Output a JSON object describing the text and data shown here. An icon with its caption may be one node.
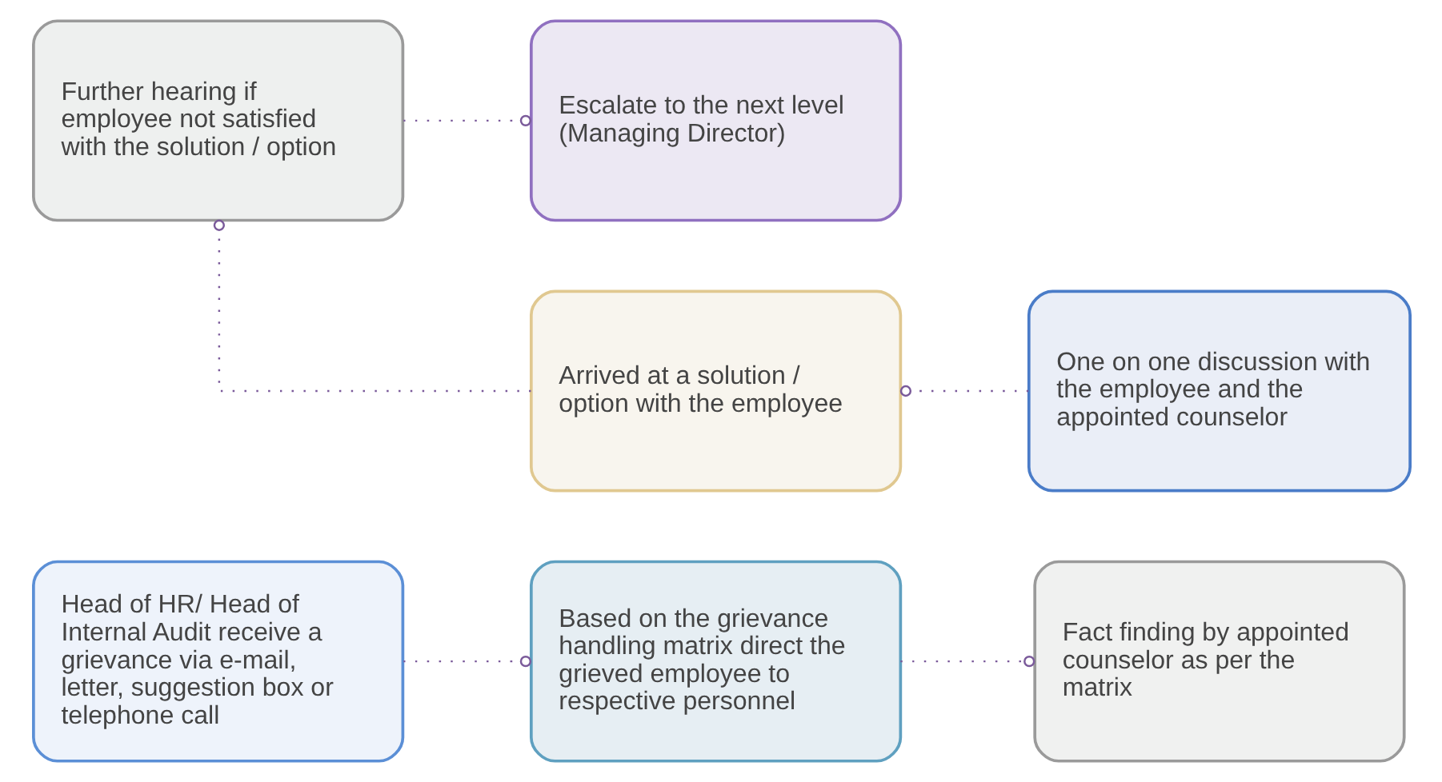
{
  "diagram": {
    "nodes": [
      {
        "text": [
          "Head of HR/ Head of Internal Audit receive a grievance via e-mail, letter, suggestion box or telephone call"
        ]
      },
      {
        "text": [
          "Based on the grievance handling matrix direct the grieved employee to respective personnel"
        ]
      },
      {
        "text": [
          "Fact finding by appointed counselor as per the matrix"
        ]
      },
      {
        "text": [
          "Further hearing if employee not satisfied with the solution / option"
        ]
      },
      {
        "text": [
          "Arrived at a solution / option with the employee"
        ]
      },
      {
        "text": [
          "One on one discussion with the employee and the appointed counselor"
        ]
      },
      {
        "text": [
          "Escalate to the next level (Managing Director)"
        ]
      }
    ],
    "edges": [
      {
        "from": 0,
        "to": 1,
        "arrow": "other"
      },
      {
        "from": 1,
        "to": 2,
        "arrow": "other"
      },
      {
        "from": 5,
        "to": 4,
        "arrow": "other"
      },
      {
        "from": 4,
        "to": 3,
        "arrow": "other"
      },
      {
        "from": 3,
        "to": 6,
        "arrow": "other"
      }
    ]
  }
}
